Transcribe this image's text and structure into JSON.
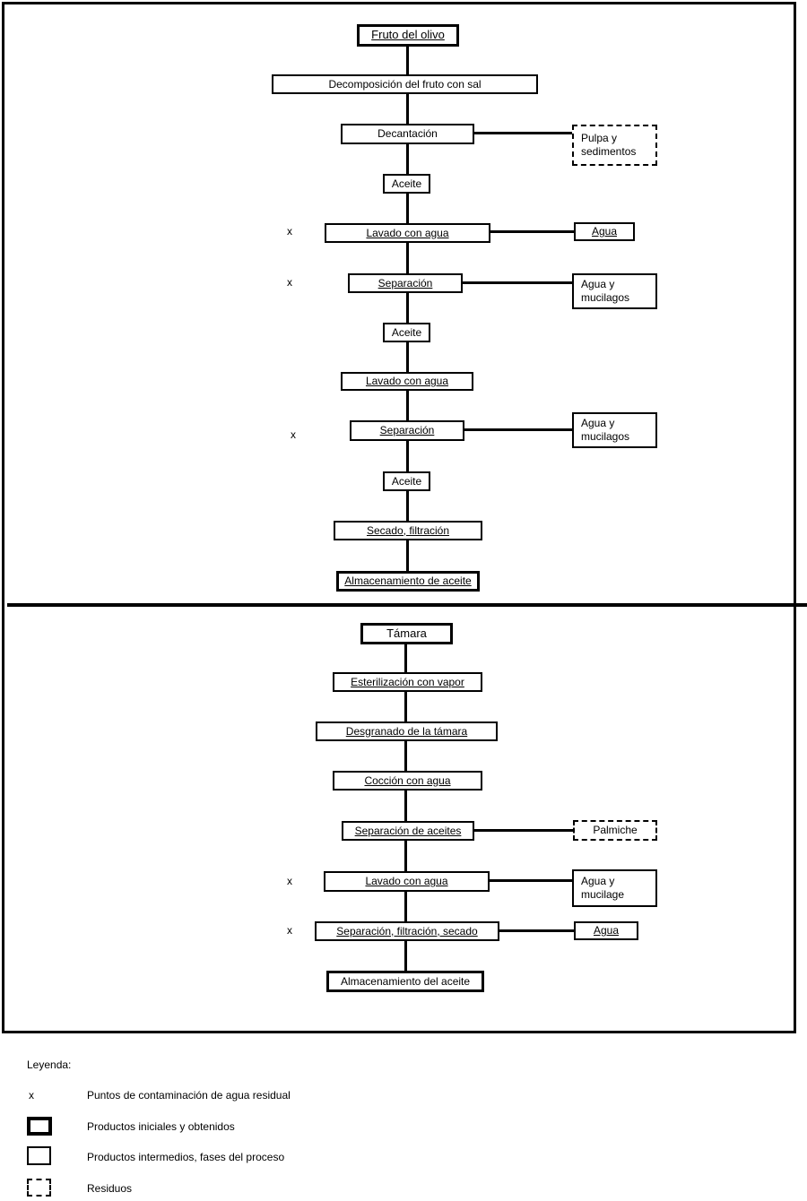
{
  "markers": {
    "contamination": "x"
  },
  "colors": {
    "line": "#000000",
    "background": "#ffffff",
    "text": "#000000"
  },
  "flows": {
    "olive": {
      "nodes": [
        {
          "label": "Fruto del olivo"
        },
        {
          "label": "Decomposición del fruto con sal"
        },
        {
          "label": "Decantación"
        },
        {
          "label": "Aceite"
        },
        {
          "label": "Lavado con agua",
          "marker": "x"
        },
        {
          "label": "Separación",
          "marker": "x"
        },
        {
          "label": "Aceite"
        },
        {
          "label": "Lavado con agua"
        },
        {
          "label": "Separación",
          "marker": "x"
        },
        {
          "label": "Aceite"
        },
        {
          "label": "Secado,  filtración"
        },
        {
          "label": "Almacenamiento de aceite"
        }
      ],
      "outputs": [
        {
          "label": "Pulpa y sedimentos",
          "type": "residuo"
        },
        {
          "label": "Agua",
          "type": "intermedio"
        },
        {
          "label": "Agua y mucilagos",
          "type": "intermedio"
        },
        {
          "label": "Agua y mucilagos",
          "type": "intermedio"
        }
      ]
    },
    "date_palm": {
      "nodes": [
        {
          "label": "Támara"
        },
        {
          "label": "Esterilización con vapor"
        },
        {
          "label": "Desgranado de la támara"
        },
        {
          "label": "Cocción con agua"
        },
        {
          "label": "Separación de aceites"
        },
        {
          "label": "Lavado con agua",
          "marker": "x"
        },
        {
          "label": "Separación, filtración, secado",
          "marker": "x"
        },
        {
          "label": "Almacenamiento del aceite"
        }
      ],
      "outputs": [
        {
          "label": "Palmiche",
          "type": "residuo"
        },
        {
          "label": "Agua y mucilage",
          "type": "intermedio"
        },
        {
          "label": "Agua",
          "type": "intermedio"
        }
      ]
    }
  },
  "legend": {
    "title": "Leyenda:",
    "items": [
      {
        "symbol": "x",
        "label": "Puntos de contaminación de agua residual"
      },
      {
        "symbol": "thick-box",
        "label": "Productos iniciales y obtenidos"
      },
      {
        "symbol": "thin-box",
        "label": "Productos intermedios, fases del proceso"
      },
      {
        "symbol": "dashed-box",
        "label": "Residuos"
      }
    ]
  }
}
